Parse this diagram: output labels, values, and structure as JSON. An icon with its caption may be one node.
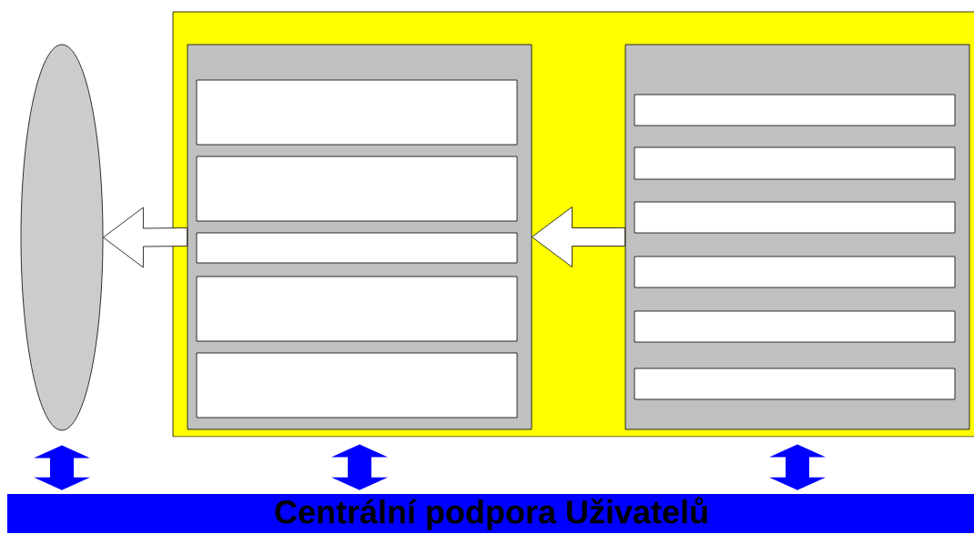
{
  "diagram": {
    "nodes": [
      {
        "text": [],
        "shape": "ellipse"
      },
      {
        "text": [],
        "shape": "box"
      },
      {
        "text": [],
        "shape": "box",
        "in": 1
      },
      {
        "text": [],
        "shape": "box",
        "in": 2
      },
      {
        "text": [],
        "shape": "box",
        "in": 2
      },
      {
        "text": [],
        "shape": "box",
        "in": 2
      },
      {
        "text": [],
        "shape": "box",
        "in": 2
      },
      {
        "text": [],
        "shape": "box",
        "in": 2
      },
      {
        "text": [],
        "shape": "box",
        "in": 1
      },
      {
        "text": [],
        "shape": "box",
        "in": 8
      },
      {
        "text": [],
        "shape": "box",
        "in": 8
      },
      {
        "text": [],
        "shape": "box",
        "in": 8
      },
      {
        "text": [],
        "shape": "box",
        "in": 8
      },
      {
        "text": [],
        "shape": "box",
        "in": 8
      },
      {
        "text": [],
        "shape": "box",
        "in": 8
      },
      {
        "text": [
          "Centrální podpora Uživatelů"
        ]
      }
    ],
    "edges": [
      {
        "from": 2,
        "to": 0,
        "arrow": "to",
        "color": "#ffffff"
      },
      {
        "from": 8,
        "to": 2,
        "arrow": "to",
        "color": "#ffffff"
      },
      {
        "from": 0,
        "to": 15,
        "arrow": "both"
      },
      {
        "from": 2,
        "to": 15,
        "arrow": "both"
      },
      {
        "from": 8,
        "to": 15,
        "arrow": "both"
      }
    ]
  }
}
